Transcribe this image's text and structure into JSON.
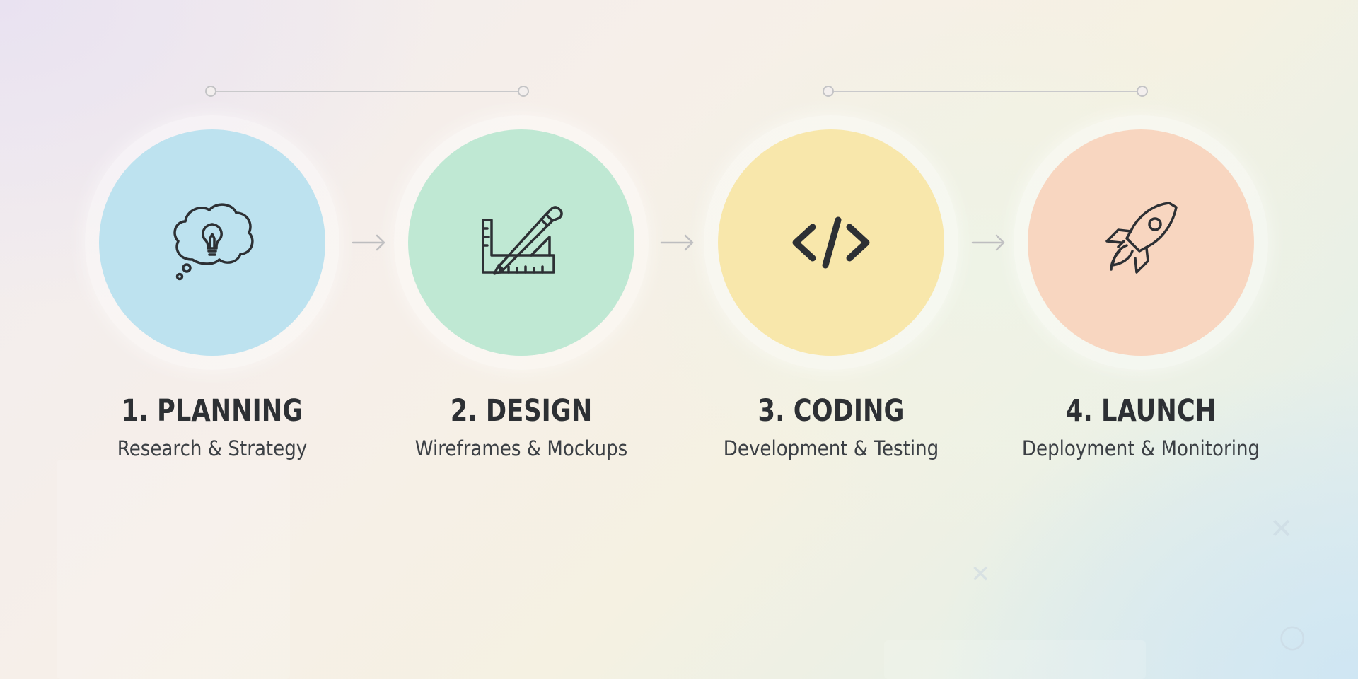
{
  "steps": [
    {
      "number": "1",
      "title": "1. PLANNING",
      "subtitle": "Research & Strategy",
      "icon": "lightbulb-thought-icon",
      "color": "#bde2ef"
    },
    {
      "number": "2",
      "title": "2. DESIGN",
      "subtitle": "Wireframes & Mockups",
      "icon": "pencil-ruler-icon",
      "color": "#bfe8d3"
    },
    {
      "number": "3",
      "title": "3. CODING",
      "subtitle": "Development & Testing",
      "icon": "code-brackets-icon",
      "color": "#f8e7ab"
    },
    {
      "number": "4",
      "title": "4. LAUNCH",
      "subtitle": "Deployment & Monitoring",
      "icon": "rocket-icon",
      "color": "#f8d6c0"
    }
  ],
  "colors": {
    "text_dark": "#2d3034",
    "text_sub": "#3c4045",
    "connector": "#c9c9cb",
    "icon_stroke": "#2d3034"
  }
}
